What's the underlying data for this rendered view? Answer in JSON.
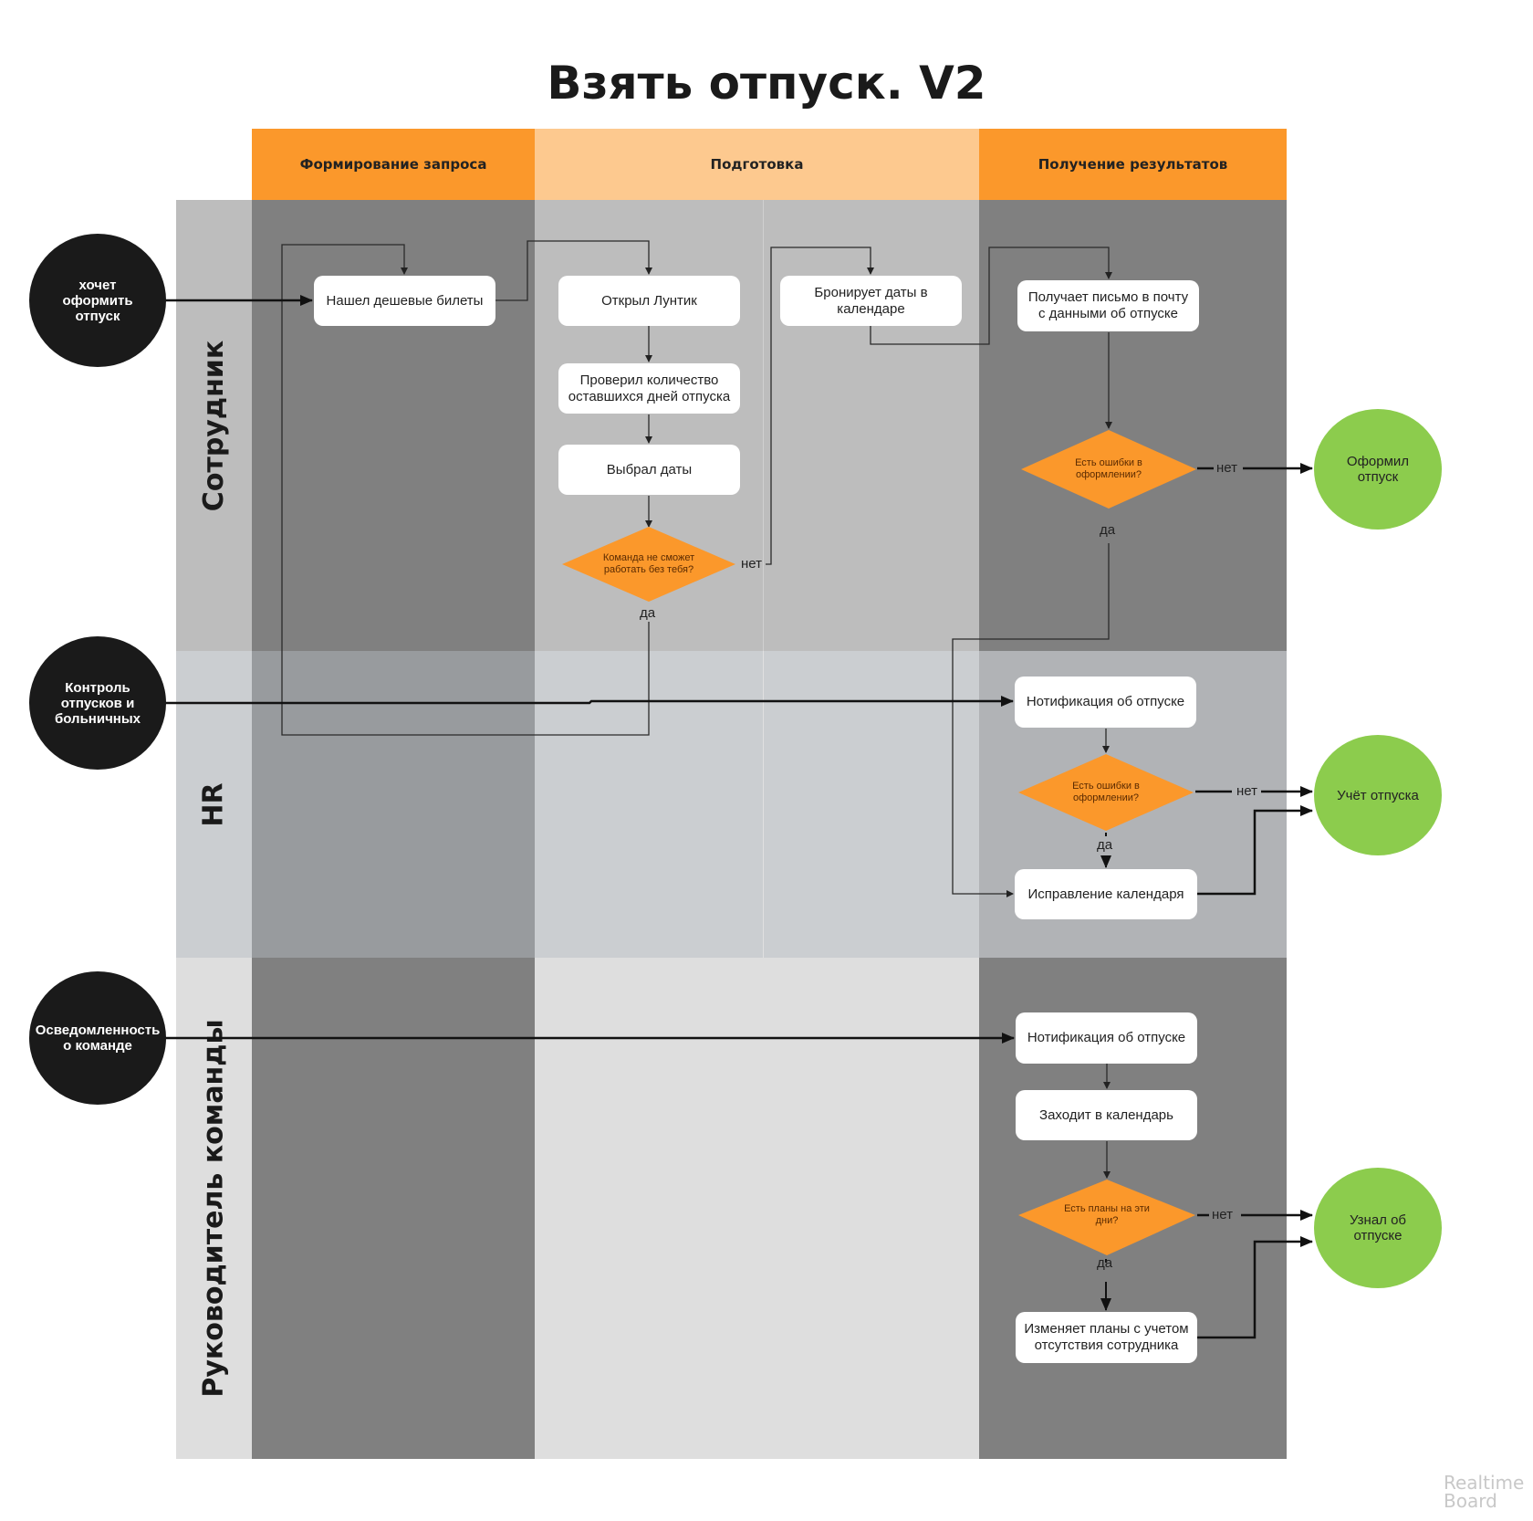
{
  "title": "Взять отпуск. V2",
  "phases": [
    {
      "label": "Формирование запроса"
    },
    {
      "label": "Подготовка"
    },
    {
      "label": "Получение результатов"
    }
  ],
  "lanes": [
    {
      "label": "Сотрудник"
    },
    {
      "label": "HR"
    },
    {
      "label": "Руководитель команды"
    }
  ],
  "colors": {
    "phase_dark": "#fb982b",
    "phase_light": "#fdc98f",
    "decision": "#fb982b",
    "start": "#1a1a1a",
    "end": "#8ccc4d"
  },
  "starts": [
    {
      "label": "хочет оформить отпуск"
    },
    {
      "label": "Контроль отпусков и больничных"
    },
    {
      "label": "Осведомленность о команде"
    }
  ],
  "ends": [
    {
      "label": "Оформил отпуск"
    },
    {
      "label": "Учёт отпуска"
    },
    {
      "label": "Узнал об отпуске"
    }
  ],
  "steps": {
    "found_tickets": "Нашел дешевые билеты",
    "opened_luntik": "Открыл Лунтик",
    "checked_days": "Проверил количество оставшихся дней отпуска",
    "chose_dates": "Выбрал даты",
    "books_dates": "Бронирует даты в календаре",
    "gets_email": "Получает письмо в почту с данными об отпуске",
    "hr_notification": "Нотификация об отпуске",
    "hr_fix_calendar": "Исправление календаря",
    "lead_notification": "Нотификация об отпуске",
    "lead_opens_calendar": "Заходит в календарь",
    "lead_changes_plans": "Изменяет планы с учетом отсутствия сотрудника"
  },
  "decisions": {
    "team_cant_work": "Команда не сможет работать без тебя?",
    "emp_errors": "Есть ошибки в оформлении?",
    "hr_errors": "Есть ошибки в оформлении?",
    "lead_plans": "Есть планы на эти дни?"
  },
  "branch_labels": {
    "yes": "да",
    "no": "нет"
  },
  "watermark": "Realtime Board"
}
